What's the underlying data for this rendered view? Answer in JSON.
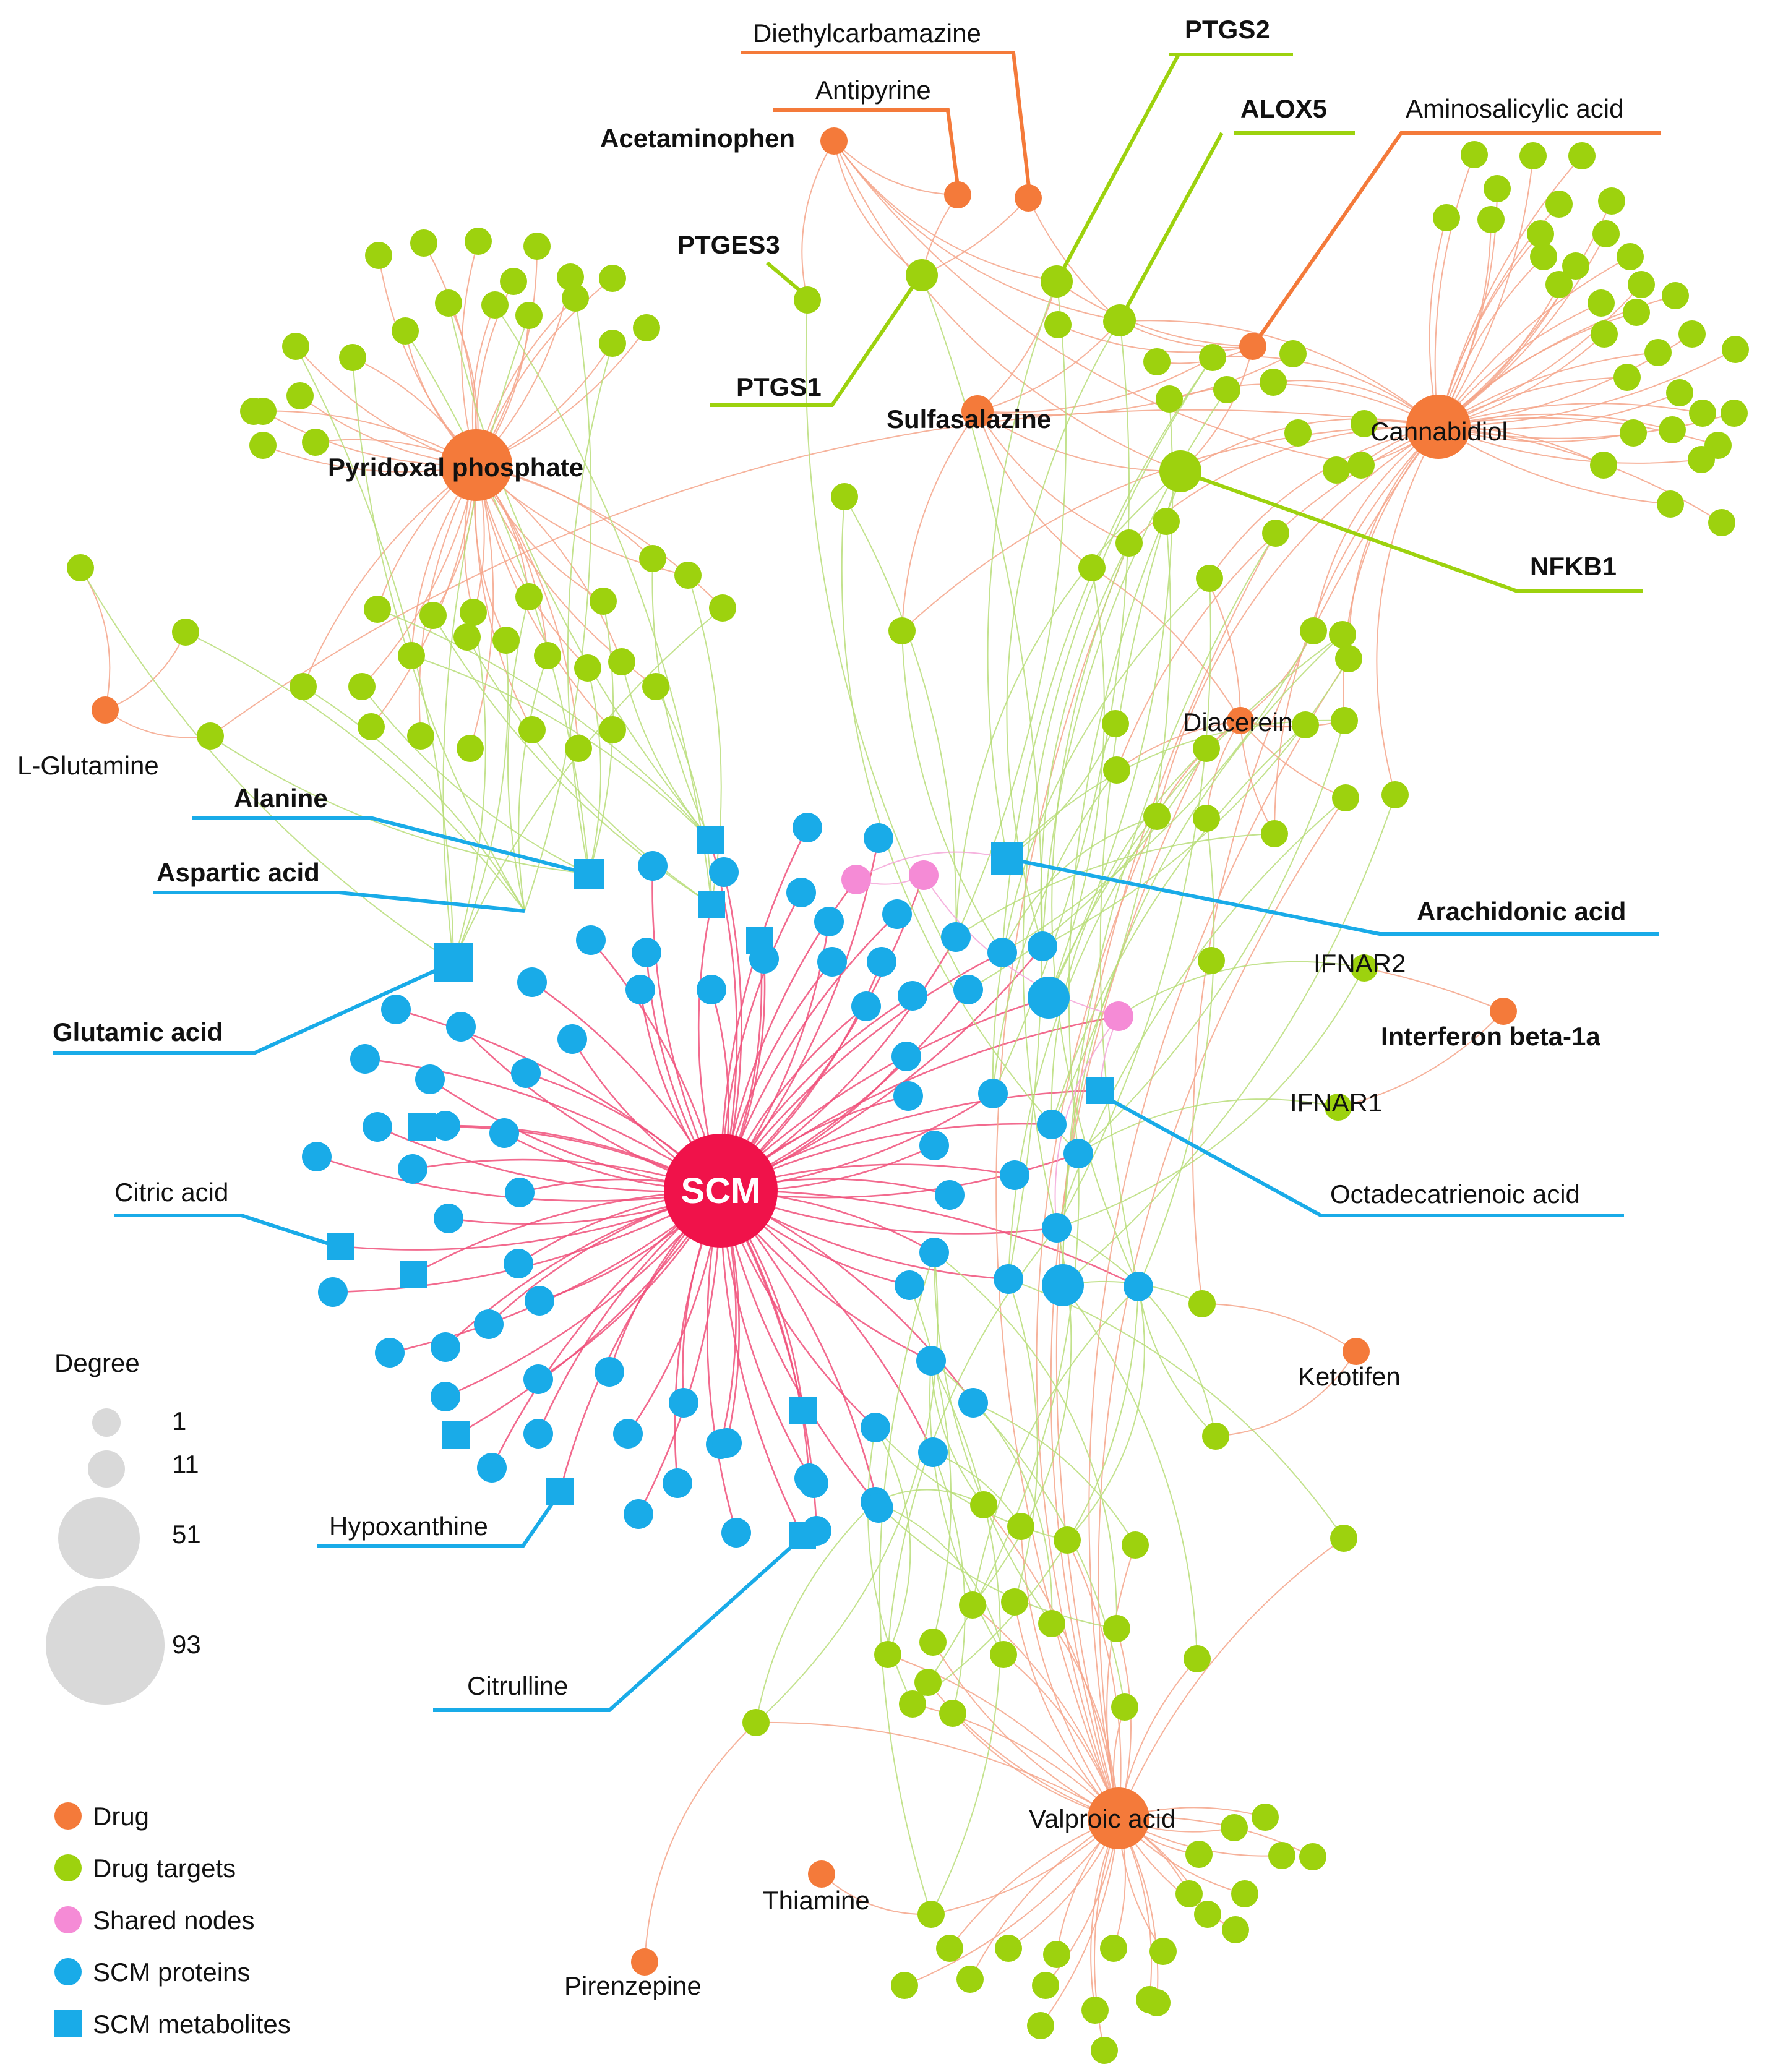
{
  "colors": {
    "drug": "#f47a3a",
    "drug_target": "#9dd20e",
    "shared": "#f58bd6",
    "scm_protein": "#19abe8",
    "scm_metabolite": "#19abe8",
    "hub": "#f0124a",
    "edge_drug": "#f5a58a",
    "edge_target": "#b9dd79",
    "edge_scm": "#f0507a",
    "edge_shared": "#f5a6d8",
    "degree_grey": "#d9d9d9"
  },
  "hub": {
    "label": "SCM"
  },
  "drugs": [
    {
      "name": "Pyridoxal phosphate",
      "bold": true
    },
    {
      "name": "Cannabidiol",
      "bold": false
    },
    {
      "name": "Valproic acid",
      "bold": false
    },
    {
      "name": "Acetaminophen",
      "bold": true
    },
    {
      "name": "Antipyrine",
      "bold": false
    },
    {
      "name": "Diethylcarbamazine",
      "bold": false
    },
    {
      "name": "Sulfasalazine",
      "bold": true
    },
    {
      "name": "Aminosalicylic acid",
      "bold": false
    },
    {
      "name": "L-Glutamine",
      "bold": false
    },
    {
      "name": "Diacerein",
      "bold": false
    },
    {
      "name": "Interferon beta-1a",
      "bold": true
    },
    {
      "name": "Ketotifen",
      "bold": false
    },
    {
      "name": "Thiamine",
      "bold": false
    },
    {
      "name": "Pirenzepine",
      "bold": false
    }
  ],
  "targets": [
    {
      "name": "PTGS2",
      "bold": true
    },
    {
      "name": "ALOX5",
      "bold": true
    },
    {
      "name": "PTGES3",
      "bold": true
    },
    {
      "name": "PTGS1",
      "bold": true
    },
    {
      "name": "NFKB1",
      "bold": true
    },
    {
      "name": "IFNAR2",
      "bold": false
    },
    {
      "name": "IFNAR1",
      "bold": false
    }
  ],
  "metabolites": [
    {
      "name": "Alanine",
      "bold": true
    },
    {
      "name": "Aspartic acid",
      "bold": true
    },
    {
      "name": "Glutamic acid",
      "bold": true
    },
    {
      "name": "Arachidonic acid",
      "bold": true
    },
    {
      "name": "Octadecatrienoic acid",
      "bold": false
    },
    {
      "name": "Citric acid",
      "bold": false
    },
    {
      "name": "Hypoxanthine",
      "bold": false
    },
    {
      "name": "Citrulline",
      "bold": false
    }
  ],
  "legend": {
    "degree_title": "Degree",
    "degree_values": [
      "1",
      "11",
      "51",
      "93"
    ],
    "node_types": [
      {
        "label": "Drug",
        "shape": "circle",
        "color": "#f47a3a"
      },
      {
        "label": "Drug targets",
        "shape": "circle",
        "color": "#9dd20e"
      },
      {
        "label": "Shared nodes",
        "shape": "circle",
        "color": "#f58bd6"
      },
      {
        "label": "SCM proteins",
        "shape": "circle",
        "color": "#19abe8"
      },
      {
        "label": "SCM metabolites",
        "shape": "square",
        "color": "#19abe8"
      }
    ]
  }
}
